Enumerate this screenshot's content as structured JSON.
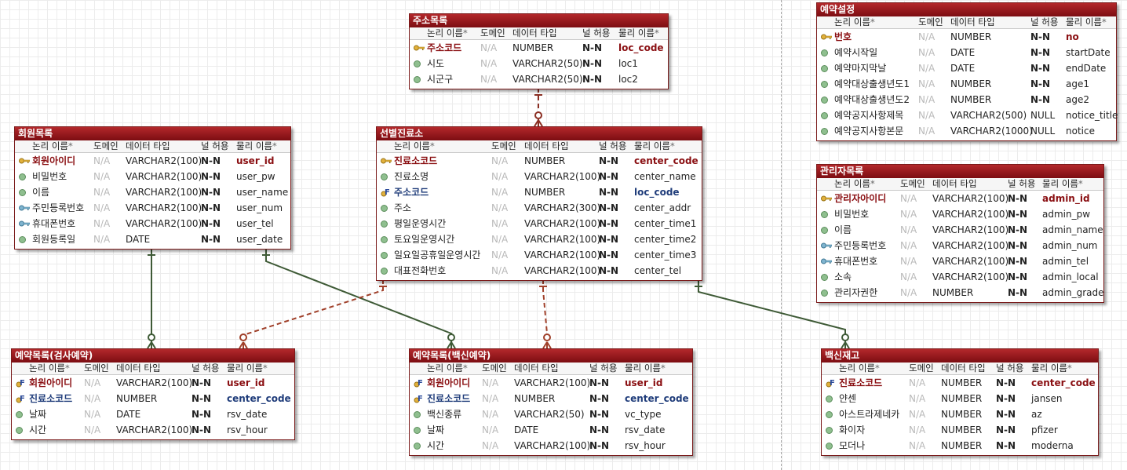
{
  "entities": {
    "jusomokrok": {
      "name": "주소목록",
      "header": [
        "논리 이름",
        "도메인",
        "데이터 타입",
        "널 허용",
        "물리 이름"
      ],
      "rows": [
        {
          "logical": "주소코드",
          "domain": "N/A",
          "type": "NUMBER",
          "nullable": "N-N",
          "physical": "loc_code",
          "kind": "pk"
        },
        {
          "logical": "시도",
          "domain": "N/A",
          "type": "VARCHAR2(50)",
          "nullable": "N-N",
          "physical": "loc1",
          "kind": "col"
        },
        {
          "logical": "시군구",
          "domain": "N/A",
          "type": "VARCHAR2(50)",
          "nullable": "N-N",
          "physical": "loc2",
          "kind": "col"
        }
      ]
    },
    "hoewon": {
      "name": "회원목록",
      "header": [
        "논리 이름",
        "도메인",
        "데이터 타입",
        "널 허용",
        "물리 이름"
      ],
      "rows": [
        {
          "logical": "회원아이디",
          "domain": "N/A",
          "type": "VARCHAR2(100)",
          "nullable": "N-N",
          "physical": "user_id",
          "kind": "pk"
        },
        {
          "logical": "비밀번호",
          "domain": "N/A",
          "type": "VARCHAR2(100)",
          "nullable": "N-N",
          "physical": "user_pw",
          "kind": "col"
        },
        {
          "logical": "이름",
          "domain": "N/A",
          "type": "VARCHAR2(100)",
          "nullable": "N-N",
          "physical": "user_name",
          "kind": "col"
        },
        {
          "logical": "주민등록번호",
          "domain": "N/A",
          "type": "VARCHAR2(100)",
          "nullable": "N-N",
          "physical": "user_num",
          "kind": "uk"
        },
        {
          "logical": "휴대폰번호",
          "domain": "N/A",
          "type": "VARCHAR2(100)",
          "nullable": "N-N",
          "physical": "user_tel",
          "kind": "uk"
        },
        {
          "logical": "회원등록일",
          "domain": "N/A",
          "type": "DATE",
          "nullable": "N-N",
          "physical": "user_date",
          "kind": "col"
        }
      ]
    },
    "seonbyeol": {
      "name": "선별진료소",
      "header": [
        "논리 이름",
        "도메인",
        "데이터 타입",
        "널 허용",
        "물리 이름"
      ],
      "rows": [
        {
          "logical": "진료소코드",
          "domain": "N/A",
          "type": "NUMBER",
          "nullable": "N-N",
          "physical": "center_code",
          "kind": "pk"
        },
        {
          "logical": "진료소명",
          "domain": "N/A",
          "type": "VARCHAR2(100)",
          "nullable": "N-N",
          "physical": "center_name",
          "kind": "col"
        },
        {
          "logical": "주소코드",
          "domain": "N/A",
          "type": "NUMBER",
          "nullable": "N-N",
          "physical": "loc_code",
          "kind": "fk"
        },
        {
          "logical": "주소",
          "domain": "N/A",
          "type": "VARCHAR2(300)",
          "nullable": "N-N",
          "physical": "center_addr",
          "kind": "col"
        },
        {
          "logical": "평일운영시간",
          "domain": "N/A",
          "type": "VARCHAR2(100)",
          "nullable": "N-N",
          "physical": "center_time1",
          "kind": "col"
        },
        {
          "logical": "토요일운영시간",
          "domain": "N/A",
          "type": "VARCHAR2(100)",
          "nullable": "N-N",
          "physical": "center_time2",
          "kind": "col"
        },
        {
          "logical": "일요일공휴일운영시간",
          "domain": "N/A",
          "type": "VARCHAR2(100)",
          "nullable": "N-N",
          "physical": "center_time3",
          "kind": "col"
        },
        {
          "logical": "대표전화번호",
          "domain": "N/A",
          "type": "VARCHAR2(100)",
          "nullable": "N-N",
          "physical": "center_tel",
          "kind": "col"
        }
      ]
    },
    "yeyakseoljeong": {
      "name": "예약설정",
      "header": [
        "논리 이름",
        "도메인",
        "데이터 타입",
        "널 허용",
        "물리 이름"
      ],
      "rows": [
        {
          "logical": "번호",
          "domain": "N/A",
          "type": "NUMBER",
          "nullable": "N-N",
          "physical": "no",
          "kind": "pk"
        },
        {
          "logical": "예약시작일",
          "domain": "N/A",
          "type": "DATE",
          "nullable": "N-N",
          "physical": "startDate",
          "kind": "col"
        },
        {
          "logical": "예약마지막날",
          "domain": "N/A",
          "type": "DATE",
          "nullable": "N-N",
          "physical": "endDate",
          "kind": "col"
        },
        {
          "logical": "예약대상출생년도1",
          "domain": "N/A",
          "type": "NUMBER",
          "nullable": "N-N",
          "physical": "age1",
          "kind": "col"
        },
        {
          "logical": "예약대상출생년도2",
          "domain": "N/A",
          "type": "NUMBER",
          "nullable": "N-N",
          "physical": "age2",
          "kind": "col"
        },
        {
          "logical": "예약공지사항제목",
          "domain": "N/A",
          "type": "VARCHAR2(500)",
          "nullable": "NULL",
          "physical": "notice_title",
          "kind": "col"
        },
        {
          "logical": "예약공지사항본문",
          "domain": "N/A",
          "type": "VARCHAR2(1000)",
          "nullable": "NULL",
          "physical": "notice",
          "kind": "col"
        }
      ]
    },
    "gwanrija": {
      "name": "관리자목록",
      "header": [
        "논리 이름",
        "도메인",
        "데이터 타입",
        "널 허용",
        "물리 이름"
      ],
      "rows": [
        {
          "logical": "관리자아이디",
          "domain": "N/A",
          "type": "VARCHAR2(100)",
          "nullable": "N-N",
          "physical": "admin_id",
          "kind": "pk"
        },
        {
          "logical": "비밀번호",
          "domain": "N/A",
          "type": "VARCHAR2(100)",
          "nullable": "N-N",
          "physical": "admin_pw",
          "kind": "col"
        },
        {
          "logical": "이름",
          "domain": "N/A",
          "type": "VARCHAR2(100)",
          "nullable": "N-N",
          "physical": "admin_name",
          "kind": "col"
        },
        {
          "logical": "주민등록번호",
          "domain": "N/A",
          "type": "VARCHAR2(100)",
          "nullable": "N-N",
          "physical": "admin_num",
          "kind": "uk"
        },
        {
          "logical": "휴대폰번호",
          "domain": "N/A",
          "type": "VARCHAR2(100)",
          "nullable": "N-N",
          "physical": "admin_tel",
          "kind": "uk"
        },
        {
          "logical": "소속",
          "domain": "N/A",
          "type": "VARCHAR2(100)",
          "nullable": "N-N",
          "physical": "admin_local",
          "kind": "col"
        },
        {
          "logical": "관리자권한",
          "domain": "N/A",
          "type": "NUMBER",
          "nullable": "N-N",
          "physical": "admin_grade",
          "kind": "col"
        }
      ]
    },
    "yeyakgeomsa": {
      "name": "예약목록(검사예약)",
      "header": [
        "논리 이름",
        "도메인",
        "데이터 타입",
        "널 허용",
        "물리 이름"
      ],
      "rows": [
        {
          "logical": "회원아이디",
          "domain": "N/A",
          "type": "VARCHAR2(100)",
          "nullable": "N-N",
          "physical": "user_id",
          "kind": "pkfk"
        },
        {
          "logical": "진료소코드",
          "domain": "N/A",
          "type": "NUMBER",
          "nullable": "N-N",
          "physical": "center_code",
          "kind": "fk"
        },
        {
          "logical": "날짜",
          "domain": "N/A",
          "type": "DATE",
          "nullable": "N-N",
          "physical": "rsv_date",
          "kind": "col"
        },
        {
          "logical": "시간",
          "domain": "N/A",
          "type": "VARCHAR2(100)",
          "nullable": "N-N",
          "physical": "rsv_hour",
          "kind": "col"
        }
      ]
    },
    "yeyakbaeksin": {
      "name": "예약목록(백신예약)",
      "header": [
        "논리 이름",
        "도메인",
        "데이터 타입",
        "널 허용",
        "물리 이름"
      ],
      "rows": [
        {
          "logical": "회원아이디",
          "domain": "N/A",
          "type": "VARCHAR2(100)",
          "nullable": "N-N",
          "physical": "user_id",
          "kind": "pkfk"
        },
        {
          "logical": "진료소코드",
          "domain": "N/A",
          "type": "NUMBER",
          "nullable": "N-N",
          "physical": "center_code",
          "kind": "fk"
        },
        {
          "logical": "백신종류",
          "domain": "N/A",
          "type": "VARCHAR2(50)",
          "nullable": "N-N",
          "physical": "vc_type",
          "kind": "col"
        },
        {
          "logical": "날짜",
          "domain": "N/A",
          "type": "DATE",
          "nullable": "N-N",
          "physical": "rsv_date",
          "kind": "col"
        },
        {
          "logical": "시간",
          "domain": "N/A",
          "type": "VARCHAR2(100)",
          "nullable": "N-N",
          "physical": "rsv_hour",
          "kind": "col"
        }
      ]
    },
    "baeksinjaego": {
      "name": "백신재고",
      "header": [
        "논리 이름",
        "도메인",
        "데이터 타입",
        "널 허용",
        "물리 이름"
      ],
      "rows": [
        {
          "logical": "진료소코드",
          "domain": "N/A",
          "type": "NUMBER",
          "nullable": "N-N",
          "physical": "center_code",
          "kind": "pkfk"
        },
        {
          "logical": "얀센",
          "domain": "N/A",
          "type": "NUMBER",
          "nullable": "N-N",
          "physical": "jansen",
          "kind": "col"
        },
        {
          "logical": "아스트라제네카",
          "domain": "N/A",
          "type": "NUMBER",
          "nullable": "N-N",
          "physical": "az",
          "kind": "col"
        },
        {
          "logical": "화이자",
          "domain": "N/A",
          "type": "NUMBER",
          "nullable": "N-N",
          "physical": "pfizer",
          "kind": "col"
        },
        {
          "logical": "모더나",
          "domain": "N/A",
          "type": "NUMBER",
          "nullable": "N-N",
          "physical": "moderna",
          "kind": "col"
        }
      ]
    }
  },
  "relationships": [
    {
      "from": "jusomokrok",
      "to": "seonbyeol",
      "style": "non-identifying",
      "color": "#8b2e22"
    },
    {
      "from": "hoewon",
      "to": "yeyakgeomsa",
      "style": "identifying",
      "color": "#3e5a36"
    },
    {
      "from": "hoewon",
      "to": "yeyakbaeksin",
      "style": "identifying",
      "color": "#3e5a36"
    },
    {
      "from": "seonbyeol",
      "to": "yeyakgeomsa",
      "style": "non-identifying",
      "color": "#a0402a"
    },
    {
      "from": "seonbyeol",
      "to": "yeyakbaeksin",
      "style": "non-identifying",
      "color": "#a0402a"
    },
    {
      "from": "seonbyeol",
      "to": "baeksinjaego",
      "style": "identifying",
      "color": "#3e5a36"
    }
  ]
}
